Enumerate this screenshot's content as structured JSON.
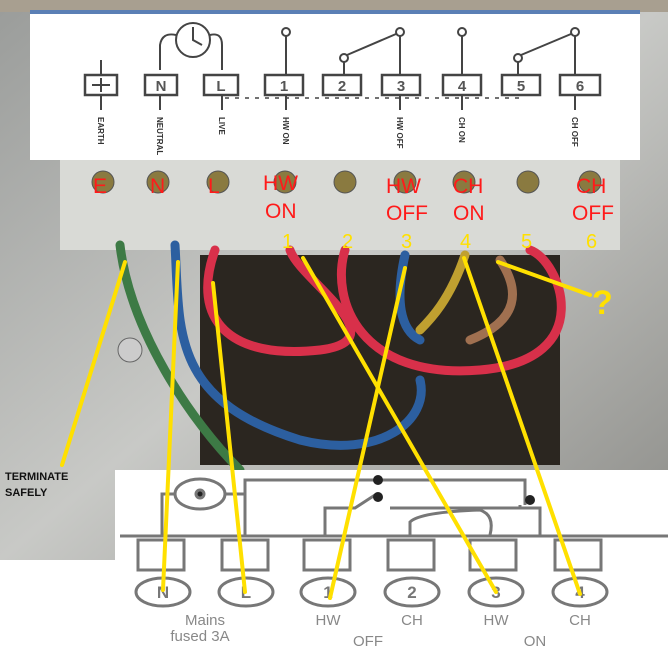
{
  "top_diagram": {
    "terminals": [
      "N",
      "L",
      "1",
      "2",
      "3",
      "4",
      "5",
      "6"
    ],
    "labels": [
      "EARTH",
      "NEUTRAL",
      "LIVE",
      "HW ON",
      "HW OFF",
      "CH ON",
      "CH OFF"
    ]
  },
  "photo_labels": {
    "terminals": [
      {
        "name": "E",
        "line2": "",
        "num": ""
      },
      {
        "name": "N",
        "line2": "",
        "num": ""
      },
      {
        "name": "L",
        "line2": "",
        "num": ""
      },
      {
        "name": "HW",
        "line2": "ON",
        "num": "1"
      },
      {
        "name": "",
        "line2": "",
        "num": "2"
      },
      {
        "name": "HW",
        "line2": "OFF",
        "num": "3"
      },
      {
        "name": "CH",
        "line2": "ON",
        "num": "4"
      },
      {
        "name": "",
        "line2": "",
        "num": "5"
      },
      {
        "name": "CH",
        "line2": "OFF",
        "num": "6"
      }
    ],
    "question": "?",
    "terminate_line1": "TERMINATE",
    "terminate_line2": "SAFELY"
  },
  "bottom_diagram": {
    "terminals": [
      "N",
      "L",
      "1",
      "2",
      "3",
      "4"
    ],
    "labels": [
      "HW",
      "CH",
      "HW",
      "CH"
    ],
    "mains_line1": "Mains",
    "mains_line2": "fused 3A",
    "off": "OFF",
    "on": "ON"
  },
  "colors": {
    "label_red": "#ff1a1a",
    "annotation_yellow": "#ffe000"
  }
}
